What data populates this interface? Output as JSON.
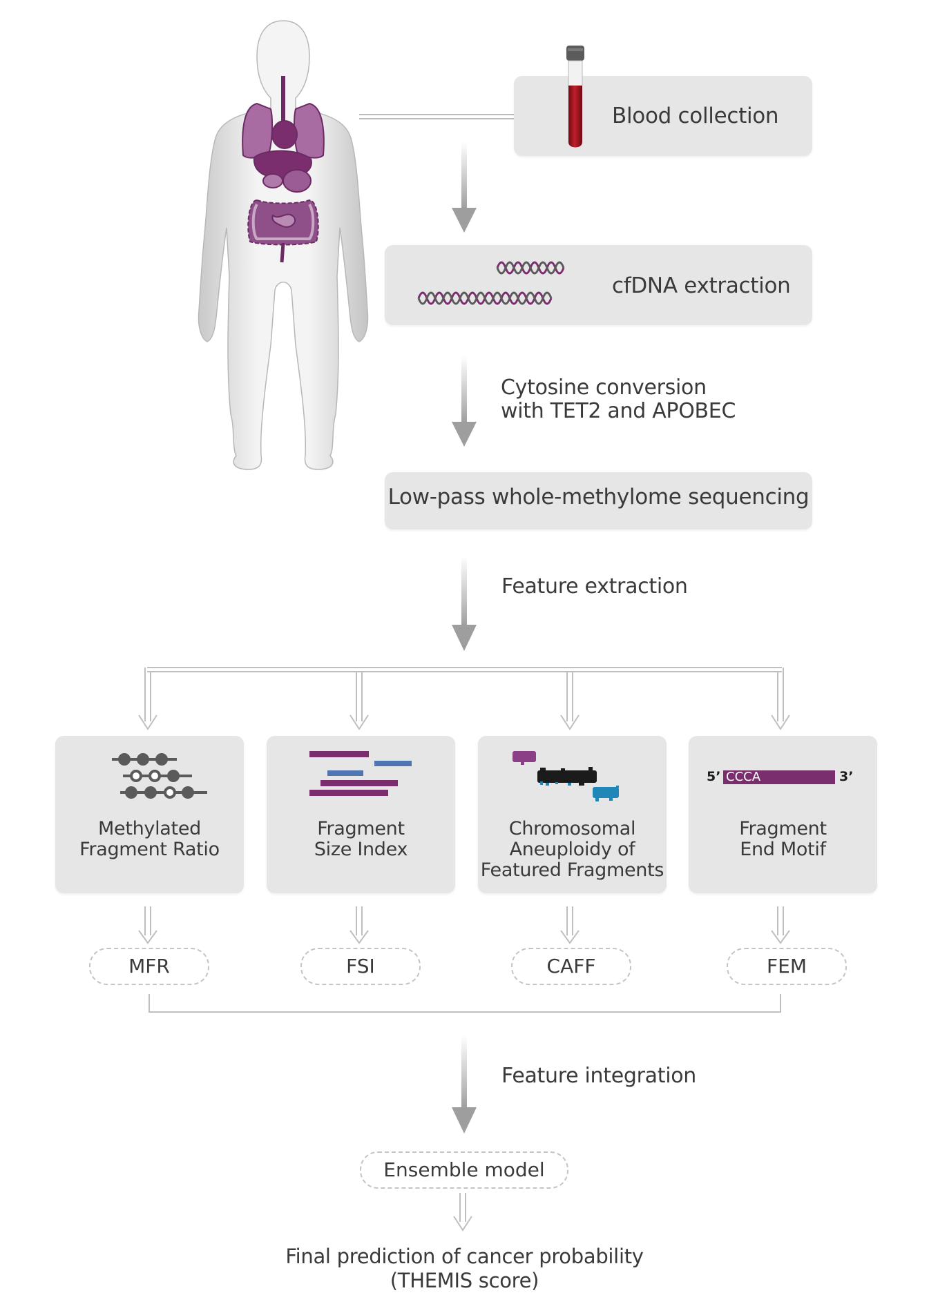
{
  "steps": {
    "blood_collection": "Blood collection",
    "cfdna_extraction": "cfDNA extraction",
    "cytosine_conversion": "Cytosine conversion with TET2 and APOBEC",
    "sequencing": "Low-pass whole-methylome sequencing",
    "feature_extraction": "Feature extraction",
    "feature_integration": "Feature integration"
  },
  "features": [
    {
      "name": "Methylated\nFragment Ratio",
      "abbr": "MFR",
      "icon": "methylation-lollipop-icon"
    },
    {
      "name": "Fragment\nSize Index",
      "abbr": "FSI",
      "icon": "fragment-size-bars-icon"
    },
    {
      "name": "Chromosomal\nAneuploidy of\nFeatured Fragments",
      "abbr": "CAFF",
      "icon": "copy-number-scatter-icon"
    },
    {
      "name": "Fragment\nEnd Motif",
      "abbr": "FEM",
      "icon": "end-motif-icon"
    }
  ],
  "end_motif": {
    "five_prime": "5’",
    "motif": "CCCA",
    "three_prime": "3’"
  },
  "ensemble_model": "Ensemble model",
  "final": {
    "line1": "Final prediction of cancer probability",
    "line2": "(THEMIS score)"
  },
  "colors": {
    "purple": "#7b2e6e",
    "blue": "#4f76b3",
    "box_gray": "#e6e6e6",
    "arrow_gray": "#bdbdbd",
    "blood_red": "#8c0e17",
    "teal": "#0f6e9c"
  }
}
